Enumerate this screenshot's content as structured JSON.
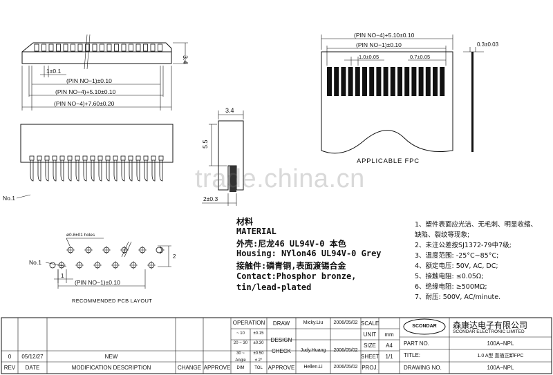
{
  "front_view": {
    "dim_pitch": "1±0.1",
    "dim_pin1": "(PIN NO−1)±0.10",
    "dim_pin4a": "(PIN NO−4)+5.10±0.10",
    "dim_pin4b": "(PIN NO−4)+7.60±0.20",
    "dim_height": "3.4"
  },
  "side_view": {
    "dim_width": "3.4",
    "dim_height": "5.5",
    "dim_foot": "2±0.3"
  },
  "bottom_view": {
    "pin1_label": "No.1"
  },
  "pcb_layout": {
    "holes_label": "ø0.8±01 holes",
    "pin1_label": "No.1",
    "dim_pin1": "(PIN NO−1)±0.10",
    "dim_one": "1",
    "dim_two": "2",
    "title": "RECOMMENDED PCB LAYOUT"
  },
  "fpc": {
    "dim_top": "(PIN NO−4)+5.10±0.10",
    "dim_pin1": "(PIN NO−1)±0.10",
    "dim_pitch": "1.0±0.05",
    "dim_width": "0.7±0.05",
    "dim_thick": "0.3±0.03",
    "title": "APPLICABLE FPC"
  },
  "material": {
    "lines": [
      "材料",
      "MATERIAL",
      "外壳:尼龙46 UL94V-0 本色",
      "Housing: NYlon46 UL94V-0 Grey",
      "接触件:磷青铜,表面渡锡合金",
      "Contact:Phosphor  bronze,",
      "tin/lead-plated"
    ]
  },
  "notes": {
    "lines": [
      "1、塑件表面应光洁、无毛刺、明显收缩、",
      "   缺陷、裂纹等现象;",
      "2、未注公差按SJ1372-79中7级;",
      "3、温度范围: -25°C~85°C;",
      "4、额定电压: 50V, AC, DC;",
      "5、接触电阻: ≤0.05Ω;",
      "6、绝缘电阻: ≥500MΩ;",
      "7、耐压: 500V, AC/minute."
    ]
  },
  "watermark": "trade.china.cn",
  "title_block": {
    "operation": "OPERATION",
    "tol_rows": [
      {
        "range": "~ 10",
        "tol": "±0.15"
      },
      {
        "range": "20 ~ 30",
        "tol": "±0.30"
      },
      {
        "range": "30 ~",
        "tol": "±0.50"
      },
      {
        "range": "Angle",
        "tol": "± 2°"
      }
    ],
    "dim": "DIM",
    "tol": "TOL",
    "draw": "DRAW",
    "draw_name": "Micky.Liu",
    "draw_date": "2006/05/02",
    "design": "DESIGN",
    "check": "CHECK",
    "check_name": "Judy.Huang",
    "check_date": "2006/05/02",
    "approve": "APPROVE",
    "approve_name": "Hellen.Li",
    "approve_date": "2006/05/02",
    "scale": "SCALE",
    "unit": "UNIT",
    "unit_value": "mm",
    "size": "SIZE",
    "size_value": "A4",
    "sheet": "SHEET",
    "sheet_value": "1/1",
    "proj": "PROJ.",
    "company_logo": "SCONDAR",
    "company_cn": "森康达电子有限公司",
    "company_en": "SCONDAR ELECTRONIC LIMITED",
    "part_no_label": "PART NO.",
    "part_no": "100A−NPL",
    "title_label": "TITLE:",
    "title_value": "1.0 A型  直插正卸FPC",
    "drawing_no_label": "DRAWING NO.",
    "drawing_no": "100A−NPL",
    "rev_rows": [
      {
        "rev": "0",
        "date": "05/12/27",
        "desc": "NEW"
      }
    ],
    "headers": {
      "rev": "REV",
      "date": "DATE",
      "desc": "MODIFICATION  DESCRIPTION",
      "change": "CHANGE",
      "approve": "APPROVE"
    }
  }
}
